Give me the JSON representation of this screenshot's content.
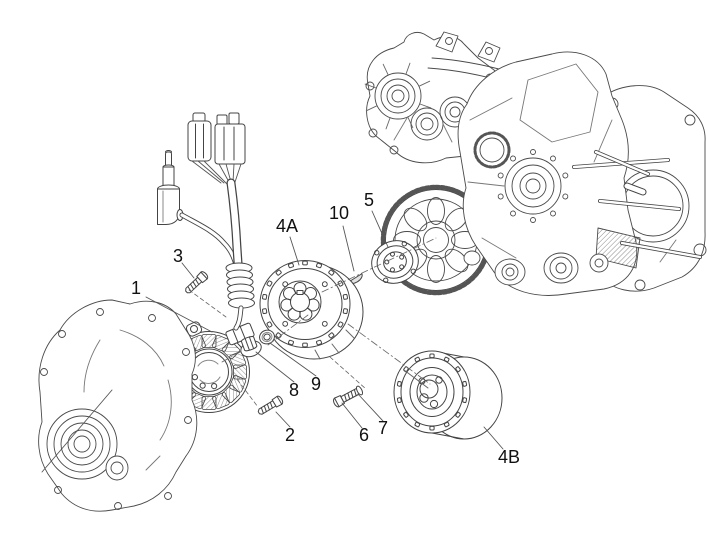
{
  "figure": {
    "background": "#ffffff",
    "line_color": "#444444",
    "label_color": "#111111",
    "callouts": [
      {
        "id": "callout-1",
        "text": "1"
      },
      {
        "id": "callout-2",
        "text": "2"
      },
      {
        "id": "callout-3",
        "text": "3"
      },
      {
        "id": "callout-4a",
        "text": "4A"
      },
      {
        "id": "callout-4b",
        "text": "4B"
      },
      {
        "id": "callout-5",
        "text": "5"
      },
      {
        "id": "callout-6",
        "text": "6"
      },
      {
        "id": "callout-7",
        "text": "7"
      },
      {
        "id": "callout-8",
        "text": "8"
      },
      {
        "id": "callout-9",
        "text": "9"
      },
      {
        "id": "callout-10",
        "text": "10"
      }
    ]
  }
}
